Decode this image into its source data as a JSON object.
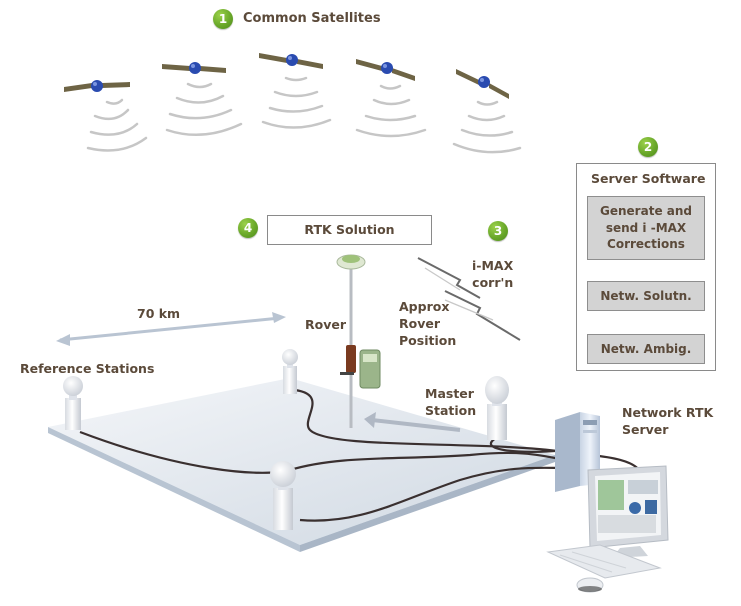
{
  "title": {
    "badge": "1",
    "label": "Common Satellites"
  },
  "satellites": {
    "count": 5,
    "icon": "satellite-icon"
  },
  "server_software": {
    "badge": "2",
    "title": "Server Software",
    "steps": [
      "Generate and send i -MAX Corrections",
      "Netw. Solutn.",
      "Netw. Ambig."
    ],
    "flow": "bottom-to-top"
  },
  "correction": {
    "badge": "3",
    "label_line1": "i-MAX",
    "label_line2": "corr'n"
  },
  "rtk_solution": {
    "badge": "4",
    "label": "RTK Solution"
  },
  "labels": {
    "distance": "70 km",
    "rover": "Rover",
    "approx_line1": "Approx",
    "approx_line2": "Rover",
    "approx_line3": "Position",
    "reference_stations": "Reference Stations",
    "master_line1": "Master",
    "master_line2": "Station",
    "server_line1": "Network RTK",
    "server_line2": "Server"
  },
  "colors": {
    "badge_green": "#6aa82a",
    "label_brown": "#5b4a3a",
    "box_gray": "#d3d3d3",
    "platform": "#dde3ea",
    "cable": "#3a3030",
    "satellite_body": "#2a4bb0"
  }
}
